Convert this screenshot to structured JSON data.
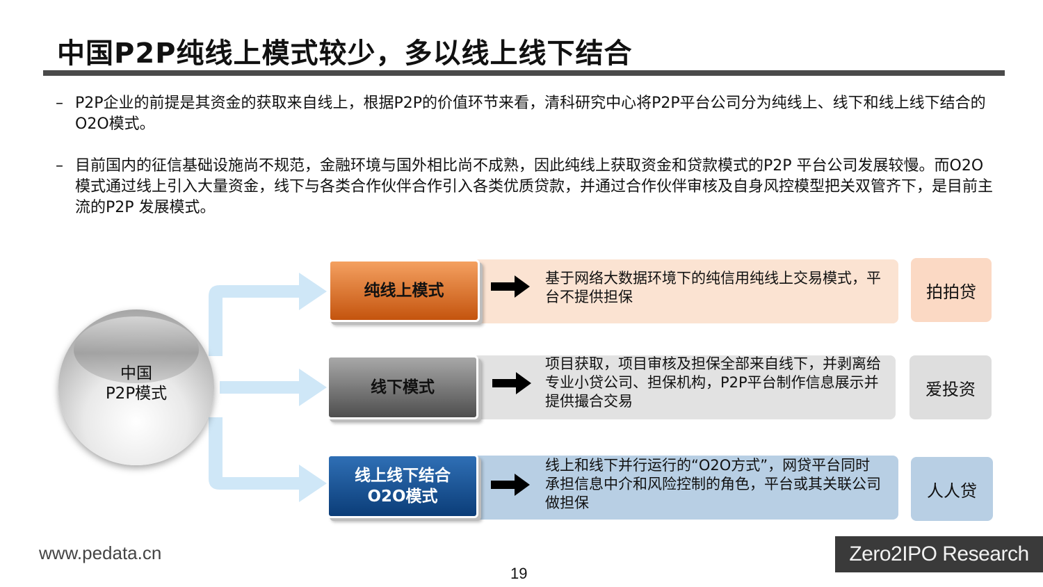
{
  "title": "中国P2P纯线上模式较少，多以线上线下结合",
  "bullets": [
    "P2P企业的前提是其资金的获取来自线上，根据P2P的价值环节来看，清科研究中心将P2P平台公司分为纯线上、线下和线上线下结合的O2O模式。",
    "目前国内的征信基础设施尚不规范，金融环境与国外相比尚不成熟，因此纯线上获取资金和贷款模式的P2P 平台公司发展较慢。而O2O 模式通过线上引入大量资金，线下与各类合作伙伴合作引入各类优质贷款，并通过合作伙伴审核及自身风控模型把关双管齐下，是目前主流的P2P 发展模式。"
  ],
  "bullet_marker": "–",
  "diagram": {
    "center": {
      "line1": "中国",
      "line2": "P2P模式"
    },
    "rows": [
      {
        "model_line1": "纯线上模式",
        "model_line2": "",
        "description": "基于网络大数据环境下的纯信用纯线上交易模式，平台不提供担保",
        "company": "拍拍贷",
        "colors": {
          "button_top": "#f4a060",
          "button_bottom": "#c4540e",
          "button_text": "#111111",
          "desc_bg": "#fbe3d2",
          "company_bg": "#fbd9c4"
        }
      },
      {
        "model_line1": "线下模式",
        "model_line2": "",
        "description": "项目获取，项目审核及担保全部来自线下，并剥离给专业小贷公司、担保机构，P2P平台制作信息展示并提供撮合交易",
        "company": "爱投资",
        "colors": {
          "button_top": "#a8a8a8",
          "button_bottom": "#4e4e4e",
          "button_text": "#111111",
          "desc_bg": "#e2e2e2",
          "company_bg": "#dedede"
        }
      },
      {
        "model_line1": "线上线下结合",
        "model_line2": "O2O模式",
        "description": "线上和线下并行运行的“O2O方式”，网贷平台同时承担信息中介和风险控制的角色，平台或其关联公司做担保",
        "company": "人人贷",
        "colors": {
          "button_top": "#2f6fb5",
          "button_bottom": "#0b3d78",
          "button_text": "#ffffff",
          "desc_bg": "#b8cfe4",
          "company_bg": "#b8cfe4"
        }
      }
    ],
    "connector_color": "#cfe7f7",
    "arrow_color": "#000000"
  },
  "footer": {
    "url": "www.pedata.cn",
    "page_number": "19",
    "brand": "Zero2IPO Research"
  }
}
